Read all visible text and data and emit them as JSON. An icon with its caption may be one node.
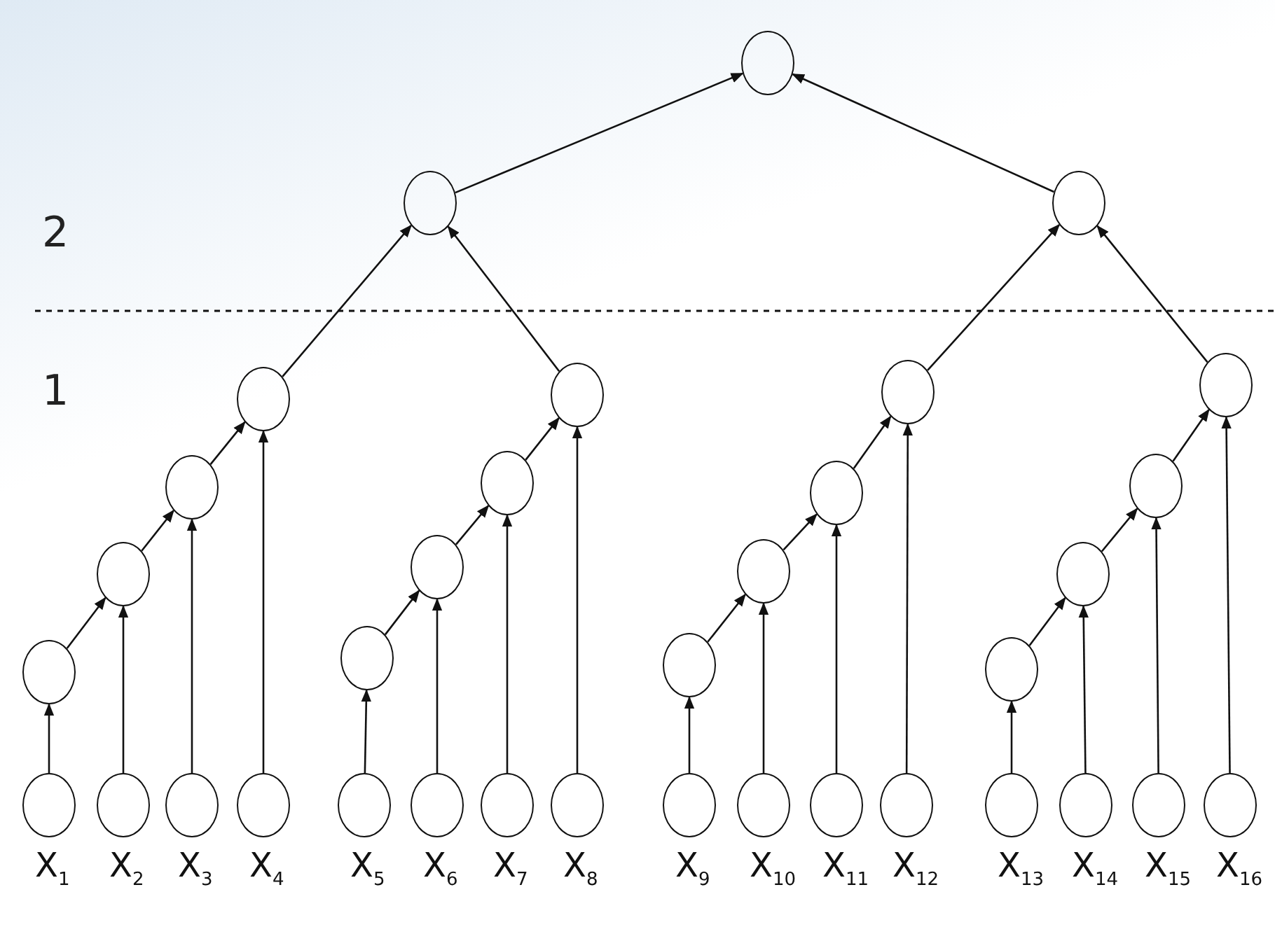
{
  "diagram": {
    "nodes": [
      {
        "text": [],
        "shape": "circle"
      },
      {
        "text": [],
        "shape": "circle"
      },
      {
        "text": [],
        "shape": "circle"
      },
      {
        "text": [],
        "shape": "circle"
      },
      {
        "text": [],
        "shape": "circle"
      },
      {
        "text": [],
        "shape": "circle"
      },
      {
        "text": [],
        "shape": "circle"
      },
      {
        "text": [],
        "shape": "circle"
      },
      {
        "text": [],
        "shape": "circle"
      },
      {
        "text": [],
        "shape": "circle"
      },
      {
        "text": [],
        "shape": "circle"
      },
      {
        "text": [],
        "shape": "circle"
      },
      {
        "text": [],
        "shape": "circle"
      },
      {
        "text": [],
        "shape": "circle"
      },
      {
        "text": [],
        "shape": "circle"
      },
      {
        "text": [],
        "shape": "circle"
      },
      {
        "text": [],
        "shape": "circle"
      },
      {
        "text": [],
        "shape": "circle"
      },
      {
        "text": [],
        "shape": "circle"
      },
      {
        "text": [],
        "shape": "circle",
        "beside": [
          "X$_{1}$"
        ]
      },
      {
        "text": [],
        "shape": "circle",
        "beside": [
          "X$_{2}$"
        ]
      },
      {
        "text": [],
        "shape": "circle",
        "beside": [
          "X$_{3}$"
        ]
      },
      {
        "text": [],
        "shape": "circle",
        "beside": [
          "X$_{4}$"
        ]
      },
      {
        "text": [],
        "shape": "circle",
        "beside": [
          "X$_{5}$"
        ]
      },
      {
        "text": [],
        "shape": "circle",
        "beside": [
          "X$_{6}$"
        ]
      },
      {
        "text": [],
        "shape": "circle",
        "beside": [
          "X$_{7}$"
        ]
      },
      {
        "text": [],
        "shape": "circle",
        "beside": [
          "X$_{8}$"
        ]
      },
      {
        "text": [],
        "shape": "circle",
        "beside": [
          "X$_{9}$"
        ]
      },
      {
        "text": [],
        "shape": "circle",
        "beside": [
          "X$_{10}$"
        ]
      },
      {
        "text": [],
        "shape": "circle",
        "beside": [
          "X$_{11}$"
        ]
      },
      {
        "text": [],
        "shape": "circle",
        "beside": [
          "X$_{12}$"
        ]
      },
      {
        "text": [],
        "shape": "circle",
        "beside": [
          "X$_{13}$"
        ]
      },
      {
        "text": [],
        "shape": "circle",
        "beside": [
          "X$_{14}$"
        ]
      },
      {
        "text": [],
        "shape": "circle",
        "beside": [
          "X$_{15}$"
        ]
      },
      {
        "text": [],
        "shape": "circle",
        "beside": [
          "X$_{16}$"
        ]
      }
    ],
    "edges": [
      {
        "from": 1,
        "to": 0,
        "arrow": "to"
      },
      {
        "from": 2,
        "to": 0,
        "arrow": "to"
      },
      {
        "from": 6,
        "to": 1,
        "arrow": "to"
      },
      {
        "from": 10,
        "to": 1,
        "arrow": "to"
      },
      {
        "from": 14,
        "to": 2,
        "arrow": "to"
      },
      {
        "from": 18,
        "to": 2,
        "arrow": "to"
      },
      {
        "from": 19,
        "to": 3,
        "arrow": "to"
      },
      {
        "from": 3,
        "to": 4,
        "arrow": "to"
      },
      {
        "from": 20,
        "to": 4,
        "arrow": "to"
      },
      {
        "from": 4,
        "to": 5,
        "arrow": "to"
      },
      {
        "from": 21,
        "to": 5,
        "arrow": "to"
      },
      {
        "from": 5,
        "to": 6,
        "arrow": "to"
      },
      {
        "from": 22,
        "to": 6,
        "arrow": "to"
      },
      {
        "from": 23,
        "to": 7,
        "arrow": "to"
      },
      {
        "from": 7,
        "to": 8,
        "arrow": "to"
      },
      {
        "from": 24,
        "to": 8,
        "arrow": "to"
      },
      {
        "from": 8,
        "to": 9,
        "arrow": "to"
      },
      {
        "from": 25,
        "to": 9,
        "arrow": "to"
      },
      {
        "from": 9,
        "to": 10,
        "arrow": "to"
      },
      {
        "from": 26,
        "to": 10,
        "arrow": "to"
      },
      {
        "from": 27,
        "to": 11,
        "arrow": "to"
      },
      {
        "from": 11,
        "to": 12,
        "arrow": "to"
      },
      {
        "from": 28,
        "to": 12,
        "arrow": "to"
      },
      {
        "from": 12,
        "to": 13,
        "arrow": "to"
      },
      {
        "from": 29,
        "to": 13,
        "arrow": "to"
      },
      {
        "from": 13,
        "to": 14,
        "arrow": "to"
      },
      {
        "from": 30,
        "to": 14,
        "arrow": "to"
      },
      {
        "from": 31,
        "to": 15,
        "arrow": "to"
      },
      {
        "from": 15,
        "to": 16,
        "arrow": "to"
      },
      {
        "from": 32,
        "to": 16,
        "arrow": "to"
      },
      {
        "from": 16,
        "to": 17,
        "arrow": "to"
      },
      {
        "from": 33,
        "to": 17,
        "arrow": "to"
      },
      {
        "from": 17,
        "to": 18,
        "arrow": "to"
      },
      {
        "from": 34,
        "to": 18,
        "arrow": "to"
      }
    ],
    "labels": [
      "2",
      "1"
    ]
  }
}
